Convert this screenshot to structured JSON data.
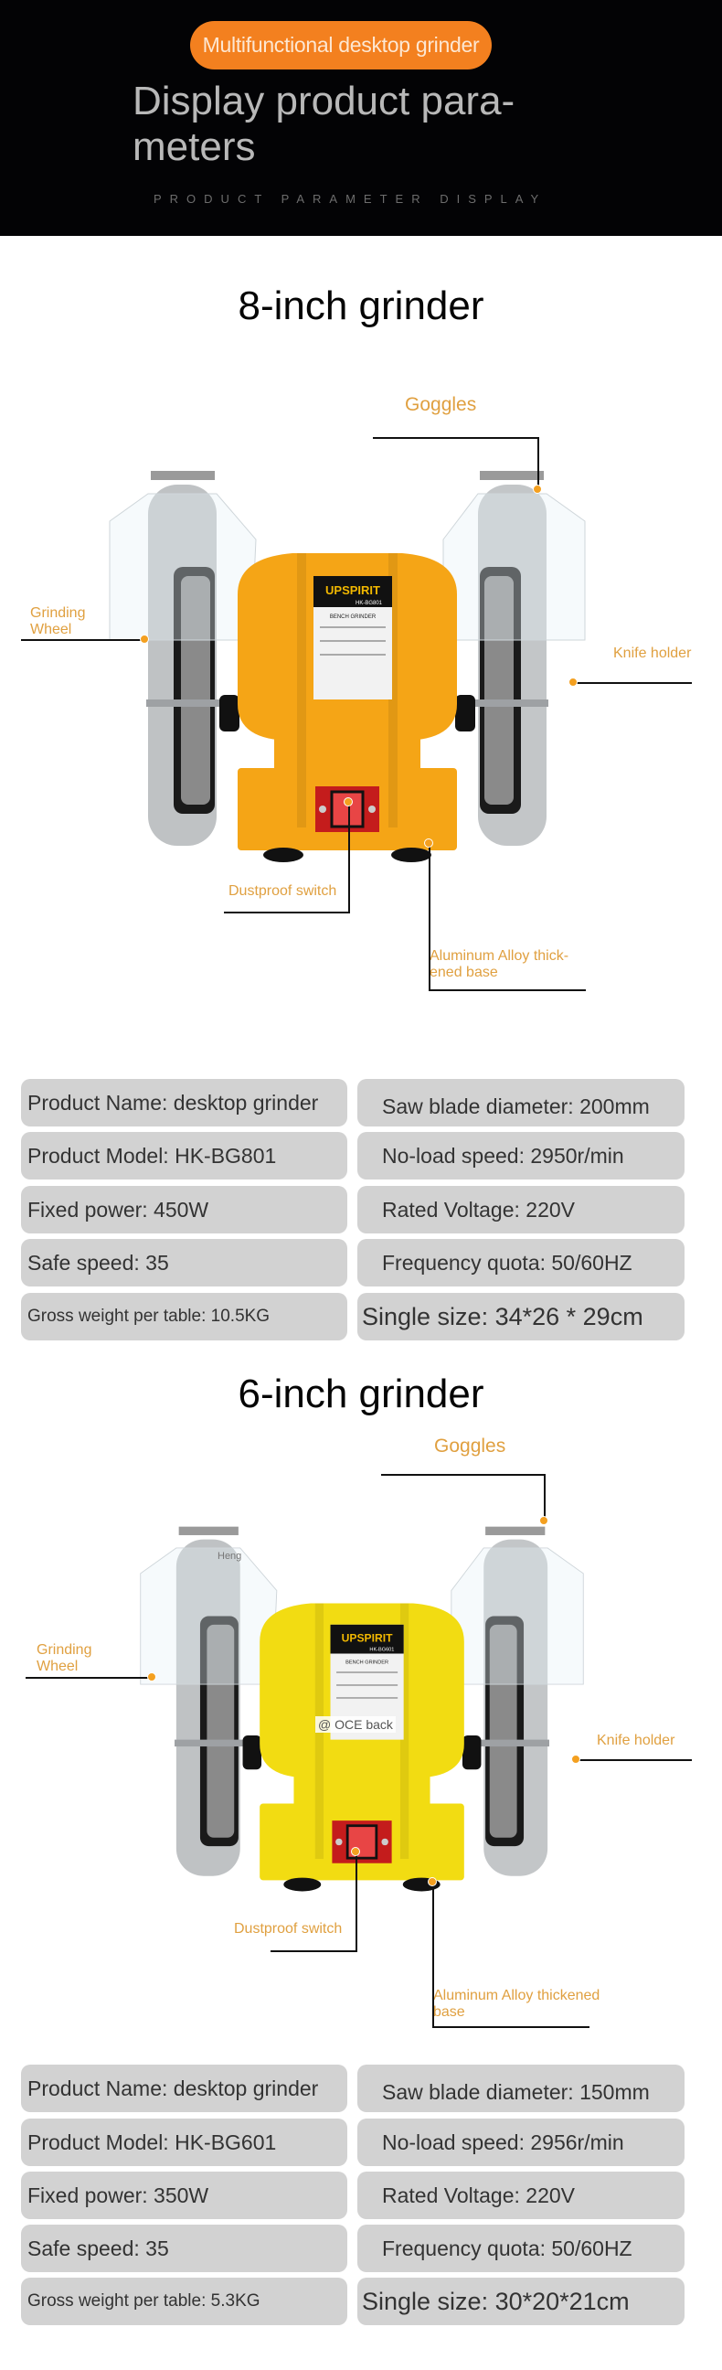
{
  "header": {
    "badge": "Multifunctional desktop grinder",
    "title": "Display product para-meters",
    "subtitle": "PRODUCT PARAMETER DISPLAY"
  },
  "products": [
    {
      "title": "8-inch grinder",
      "body_color": "#f5a516",
      "callouts": {
        "goggles": "Goggles",
        "grinding_wheel": "Grinding Wheel",
        "knife_holder": "Knife holder",
        "switch": "Dustproof switch",
        "base": "Aluminum Alloy thick-ened base"
      },
      "specs": [
        [
          "Product Name: desktop grinder",
          "Saw blade diameter: 200mm"
        ],
        [
          "Product Model: HK-BG801",
          "No-load speed: 2950r/min"
        ],
        [
          "Fixed power: 450W",
          "Rated Voltage: 220V"
        ],
        [
          "Safe speed: 35",
          "Frequency quota: 50/60HZ"
        ],
        [
          "Gross weight per table: 10.5KG",
          "Single size: 34*26 * 29cm"
        ]
      ],
      "brand": "UPSPIRIT",
      "model_plate": "HK-BG801",
      "plate_title": "BENCH GRINDER"
    },
    {
      "title": "6-inch grinder",
      "body_color": "#f2dc12",
      "callouts": {
        "goggles": "Goggles",
        "grinding_wheel": "Grinding Wheel",
        "knife_holder": "Knife holder",
        "switch": "Dustproof switch",
        "base": "Aluminum Alloy thickened base",
        "tag": "Heng",
        "watermark": "@ OCE back"
      },
      "specs": [
        [
          "Product Name: desktop grinder",
          "Saw blade diameter: 150mm"
        ],
        [
          "Product Model: HK-BG601",
          "No-load speed: 2956r/min"
        ],
        [
          "Fixed power: 350W",
          "Rated Voltage: 220V"
        ],
        [
          "Safe speed: 35",
          "Frequency quota: 50/60HZ"
        ],
        [
          "Gross weight per table: 5.3KG",
          "Single size: 30*20*21cm"
        ]
      ],
      "brand": "UPSPIRIT",
      "model_plate": "HK-BG601",
      "plate_title": "BENCH GRINDER"
    }
  ]
}
